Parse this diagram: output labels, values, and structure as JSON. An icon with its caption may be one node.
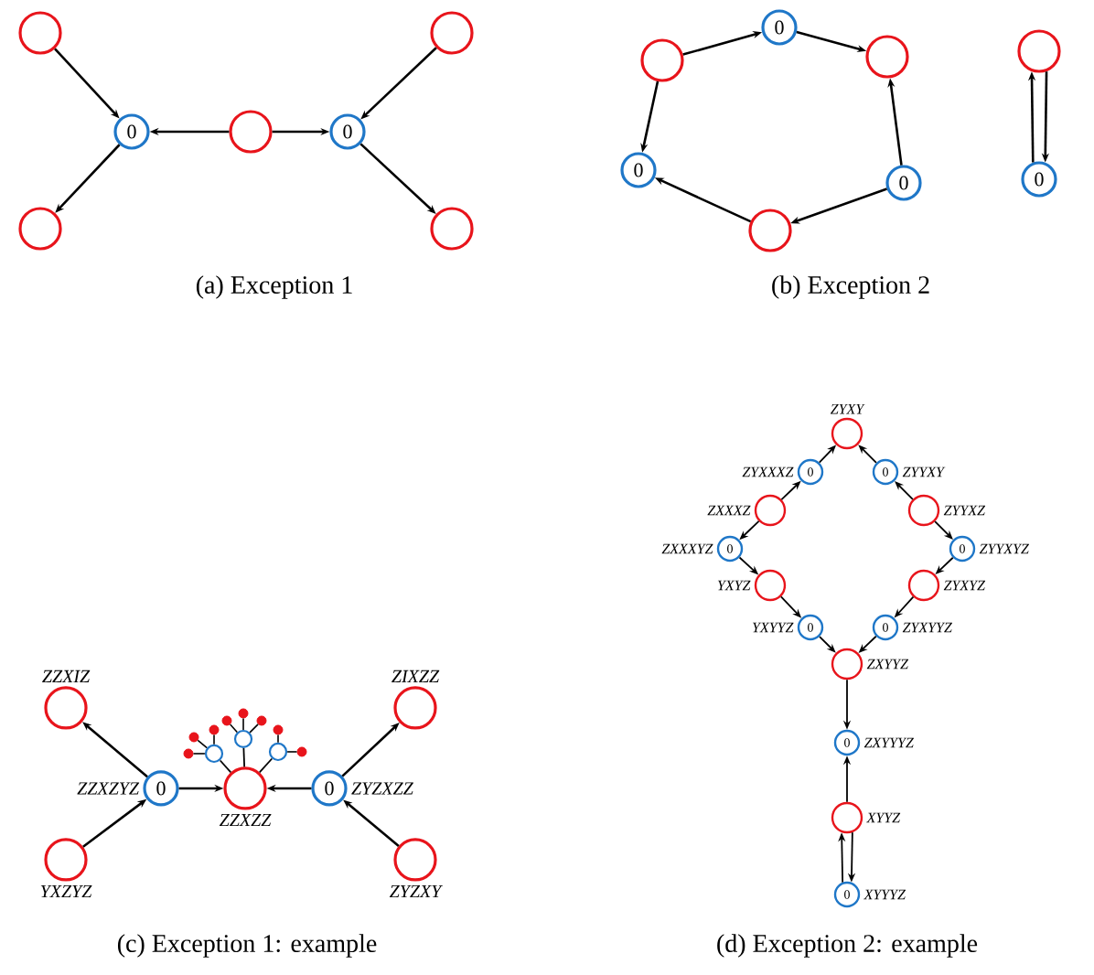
{
  "diagram": {
    "nodes": [
      {
        "text": [],
        "shape": "circle"
      },
      {
        "text": [
          "0"
        ]
      },
      {
        "text": [],
        "shape": "circle"
      },
      {
        "text": [],
        "shape": "circle"
      },
      {
        "text": [
          "0"
        ]
      },
      {
        "text": [],
        "shape": "circle"
      },
      {
        "text": [],
        "shape": "circle"
      },
      {
        "text": [],
        "shape": "circle"
      },
      {
        "text": [
          "0"
        ]
      },
      {
        "text": [],
        "shape": "circle"
      },
      {
        "text": [
          "0"
        ]
      },
      {
        "text": [
          "0"
        ]
      },
      {
        "text": [],
        "shape": "circle"
      },
      {
        "text": [],
        "shape": "circle"
      },
      {
        "text": [
          "0"
        ]
      },
      {
        "text": [],
        "shape": "circle",
        "beside": [
          "ZZXIZ"
        ]
      },
      {
        "text": [
          "0"
        ],
        "beside": [
          "ZZXZYZ"
        ]
      },
      {
        "text": [],
        "shape": "circle",
        "beside": [
          "YXZYZ"
        ]
      },
      {
        "text": [],
        "shape": "circle",
        "beside": [
          "ZZXZZ"
        ]
      },
      {
        "text": [
          "0"
        ],
        "beside": [
          "ZYZXZZ"
        ]
      },
      {
        "text": [],
        "shape": "circle",
        "beside": [
          "ZIXZZ"
        ]
      },
      {
        "text": [],
        "shape": "circle",
        "beside": [
          "ZYZXY"
        ]
      },
      {
        "text": [],
        "shape": "circle"
      },
      {
        "text": [],
        "shape": "circle"
      },
      {
        "text": [],
        "shape": "circle"
      },
      {
        "text": [],
        "shape": "circle"
      },
      {
        "text": [],
        "shape": "circle"
      },
      {
        "text": [],
        "shape": "circle"
      },
      {
        "text": [],
        "shape": "circle"
      },
      {
        "text": [],
        "shape": "circle"
      },
      {
        "text": [],
        "shape": "circle"
      },
      {
        "text": [],
        "shape": "circle"
      },
      {
        "text": [],
        "shape": "circle"
      },
      {
        "text": [],
        "shape": "circle",
        "beside": [
          "ZYXY"
        ]
      },
      {
        "text": [
          "0"
        ],
        "beside": [
          "ZYXXXZ"
        ]
      },
      {
        "text": [
          "0"
        ],
        "beside": [
          "ZYYXY"
        ]
      },
      {
        "text": [],
        "shape": "circle",
        "beside": [
          "ZXXXZ"
        ]
      },
      {
        "text": [],
        "shape": "circle",
        "beside": [
          "ZYYXZ"
        ]
      },
      {
        "text": [
          "0"
        ],
        "beside": [
          "ZXXXYZ"
        ]
      },
      {
        "text": [
          "0"
        ],
        "beside": [
          "ZYYXYZ"
        ]
      },
      {
        "text": [],
        "shape": "circle",
        "beside": [
          "YXYZ"
        ]
      },
      {
        "text": [],
        "shape": "circle",
        "beside": [
          "ZYXYZ"
        ]
      },
      {
        "text": [
          "0"
        ],
        "beside": [
          "YXYYZ"
        ]
      },
      {
        "text": [
          "0"
        ],
        "beside": [
          "ZYXYYZ"
        ]
      },
      {
        "text": [],
        "shape": "circle",
        "beside": [
          "ZXYYZ"
        ]
      },
      {
        "text": [
          "0"
        ],
        "beside": [
          "ZXYYYZ"
        ]
      },
      {
        "text": [],
        "shape": "circle",
        "beside": [
          "XYYZ"
        ]
      },
      {
        "text": [
          "0"
        ],
        "beside": [
          "XYYYZ"
        ]
      }
    ],
    "edges": [
      {
        "from": 0,
        "to": 1,
        "arrow": "to"
      },
      {
        "from": 1,
        "to": 2,
        "arrow": "to"
      },
      {
        "from": 3,
        "to": 1,
        "arrow": "to"
      },
      {
        "from": 3,
        "to": 4,
        "arrow": "to"
      },
      {
        "from": 5,
        "to": 4,
        "arrow": "to"
      },
      {
        "from": 4,
        "to": 6,
        "arrow": "to"
      },
      {
        "from": 7,
        "to": 8,
        "arrow": "to"
      },
      {
        "from": 8,
        "to": 9,
        "arrow": "to"
      },
      {
        "from": 7,
        "to": 10,
        "arrow": "to"
      },
      {
        "from": 11,
        "to": 9,
        "arrow": "to"
      },
      {
        "from": 11,
        "to": 12,
        "arrow": "to"
      },
      {
        "from": 12,
        "to": 10,
        "arrow": "to"
      },
      {
        "from": 14,
        "to": 13,
        "arrow": "to"
      },
      {
        "from": 13,
        "to": 14,
        "arrow": "to"
      },
      {
        "from": 16,
        "to": 15,
        "arrow": "to"
      },
      {
        "from": 17,
        "to": 16,
        "arrow": "to"
      },
      {
        "from": 16,
        "to": 18,
        "arrow": "to"
      },
      {
        "from": 19,
        "to": 18,
        "arrow": "to"
      },
      {
        "from": 19,
        "to": 20,
        "arrow": "to"
      },
      {
        "from": 21,
        "to": 19,
        "arrow": "to"
      },
      {
        "from": 18,
        "to": 22,
        "arrow": "none"
      },
      {
        "from": 18,
        "to": 23,
        "arrow": "none"
      },
      {
        "from": 18,
        "to": 24,
        "arrow": "none"
      },
      {
        "from": 22,
        "to": 25,
        "arrow": "none"
      },
      {
        "from": 22,
        "to": 26,
        "arrow": "none"
      },
      {
        "from": 22,
        "to": 27,
        "arrow": "none"
      },
      {
        "from": 23,
        "to": 28,
        "arrow": "none"
      },
      {
        "from": 23,
        "to": 29,
        "arrow": "none"
      },
      {
        "from": 23,
        "to": 30,
        "arrow": "none"
      },
      {
        "from": 24,
        "to": 31,
        "arrow": "none"
      },
      {
        "from": 24,
        "to": 32,
        "arrow": "none"
      },
      {
        "from": 34,
        "to": 33,
        "arrow": "to"
      },
      {
        "from": 35,
        "to": 33,
        "arrow": "to"
      },
      {
        "from": 36,
        "to": 34,
        "arrow": "to"
      },
      {
        "from": 37,
        "to": 35,
        "arrow": "to"
      },
      {
        "from": 36,
        "to": 38,
        "arrow": "to"
      },
      {
        "from": 37,
        "to": 39,
        "arrow": "to"
      },
      {
        "from": 38,
        "to": 40,
        "arrow": "to"
      },
      {
        "from": 39,
        "to": 41,
        "arrow": "to"
      },
      {
        "from": 40,
        "to": 42,
        "arrow": "to"
      },
      {
        "from": 41,
        "to": 43,
        "arrow": "to"
      },
      {
        "from": 42,
        "to": 44,
        "arrow": "to"
      },
      {
        "from": 43,
        "to": 44,
        "arrow": "to"
      },
      {
        "from": 44,
        "to": 45,
        "arrow": "to"
      },
      {
        "from": 46,
        "to": 45,
        "arrow": "to"
      },
      {
        "from": 47,
        "to": 46,
        "arrow": "to"
      },
      {
        "from": 46,
        "to": 47,
        "arrow": "to"
      }
    ],
    "labels": [
      "(a) Exception 1",
      "(b) Exception 2",
      "(c) Exception 1: example",
      "(d) Exception 2: example"
    ]
  }
}
